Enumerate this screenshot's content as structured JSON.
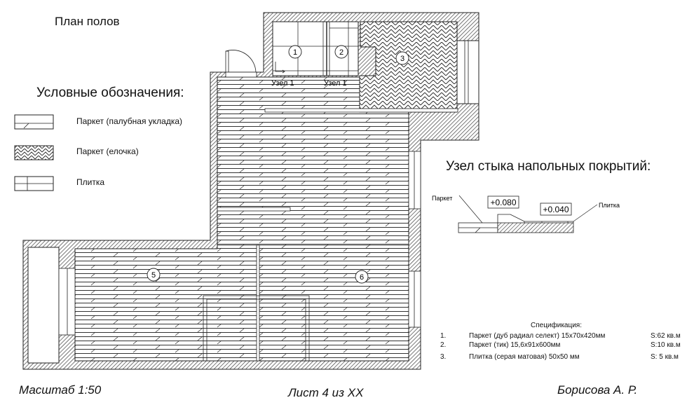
{
  "header": {
    "title": "План полов"
  },
  "legend": {
    "title": "Условные обозначения:",
    "items": [
      {
        "pattern": "parquet-deck",
        "label": "Паркет (палубная укладка)"
      },
      {
        "pattern": "parquet-herringbone",
        "label": "Паркет (елочка)"
      },
      {
        "pattern": "tile",
        "label": "Плитка"
      }
    ]
  },
  "plan": {
    "rooms": [
      {
        "number": "1",
        "finish": "tile"
      },
      {
        "number": "2",
        "finish": "tile"
      },
      {
        "number": "3",
        "finish": "parquet-herringbone"
      },
      {
        "number": "5",
        "finish": "parquet-deck"
      },
      {
        "number": "6",
        "finish": "parquet-deck"
      }
    ],
    "node_labels": [
      "Узел 1",
      "Узел 1"
    ]
  },
  "junction": {
    "title": "Узел стыка  напольных покрытий:",
    "left_label": "Паркет",
    "right_label": "Плитка",
    "elevation_1": "+0.080",
    "elevation_2": "+0.040"
  },
  "specification": {
    "title": "Спецификация:",
    "rows": [
      {
        "n": "1.",
        "name": "Паркет (дуб радиал селект) 15х70х420мм",
        "area": "S:62 кв.м"
      },
      {
        "n": "2.",
        "name": "Паркет (тик) 15,6х91х600мм",
        "area": "S:10 кв.м"
      },
      {
        "n": "3.",
        "name": "Плитка (серая матовая) 50х50 мм",
        "area": "S:  5 кв.м"
      }
    ]
  },
  "footer": {
    "scale": "Масштаб 1:50",
    "sheet": "Лист 4 из ХХ",
    "author": "Борисова А. Р."
  }
}
